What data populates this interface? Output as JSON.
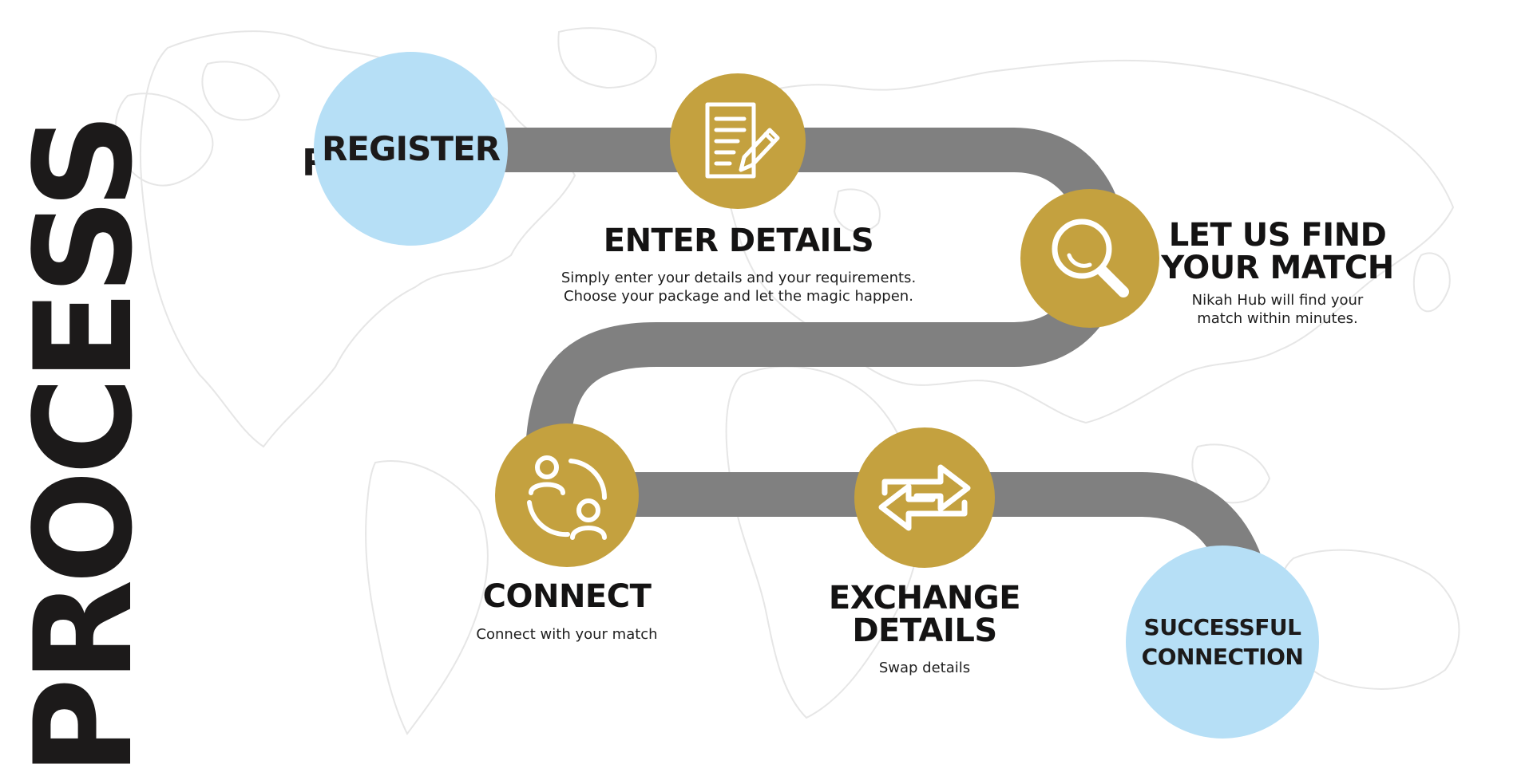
{
  "title": "PROCESS",
  "ghost_text": "R",
  "colors": {
    "gold": "#c4a13f",
    "light_blue": "#b6dff6",
    "path_gray": "#808080",
    "text_dark": "#1c1a1a"
  },
  "steps": [
    {
      "id": "register",
      "label": "REGISTER"
    },
    {
      "id": "enter-details",
      "heading": "ENTER DETAILS",
      "desc_line1": "Simply enter your details and your requirements.",
      "desc_line2": "Choose your package and let the magic happen.",
      "icon": "document-pencil-icon"
    },
    {
      "id": "find-match",
      "heading_line1": "LET US FIND",
      "heading_line2": "YOUR MATCH",
      "desc_line1": "Nikah Hub will find your",
      "desc_line2": "match within minutes.",
      "icon": "magnifier-icon"
    },
    {
      "id": "connect",
      "heading": "CONNECT",
      "desc": "Connect with your match",
      "icon": "people-connect-icon"
    },
    {
      "id": "exchange",
      "heading_line1": "EXCHANGE",
      "heading_line2": "DETAILS",
      "desc": "Swap details",
      "icon": "exchange-arrows-icon"
    },
    {
      "id": "success",
      "label_line1": "SUCCESSFUL",
      "label_line2": "CONNECTION"
    }
  ]
}
